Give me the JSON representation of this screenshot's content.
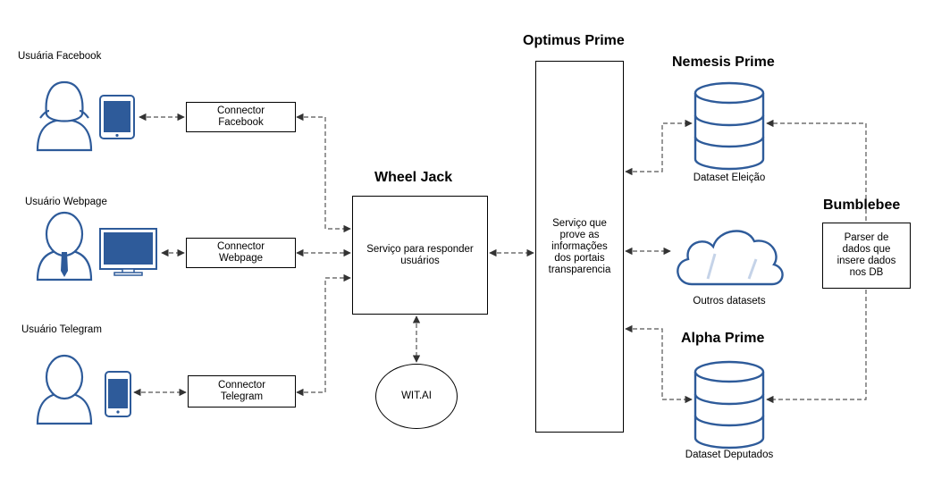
{
  "users": {
    "facebook": "Usuária Facebook",
    "webpage": "Usuário Webpage",
    "telegram": "Usuário Telegram"
  },
  "connectors": {
    "facebook": "Connector Facebook",
    "webpage": "Connector Webpage",
    "telegram": "Connector Telegram"
  },
  "wheel_jack": {
    "title": "Wheel Jack",
    "text": "Serviço para responder usuários"
  },
  "wit_ai": "WIT.AI",
  "optimus_prime": {
    "title": "Optimus Prime",
    "text": "Serviço que prove as informações dos portais transparencia"
  },
  "nemesis_prime": {
    "title": "Nemesis Prime",
    "caption": "Dataset Eleição"
  },
  "outros": {
    "caption": "Outros datasets"
  },
  "alpha_prime": {
    "title": "Alpha Prime",
    "caption": "Dataset Deputados"
  },
  "bumblebee": {
    "title": "Bumblebee",
    "text": "Parser de dados que insere dados nos DB"
  },
  "colors": {
    "icon_blue": "#2e5b9a",
    "icon_fill": "#ffffff",
    "cloud_accent": "#c5d3e8",
    "line": "#555555"
  }
}
